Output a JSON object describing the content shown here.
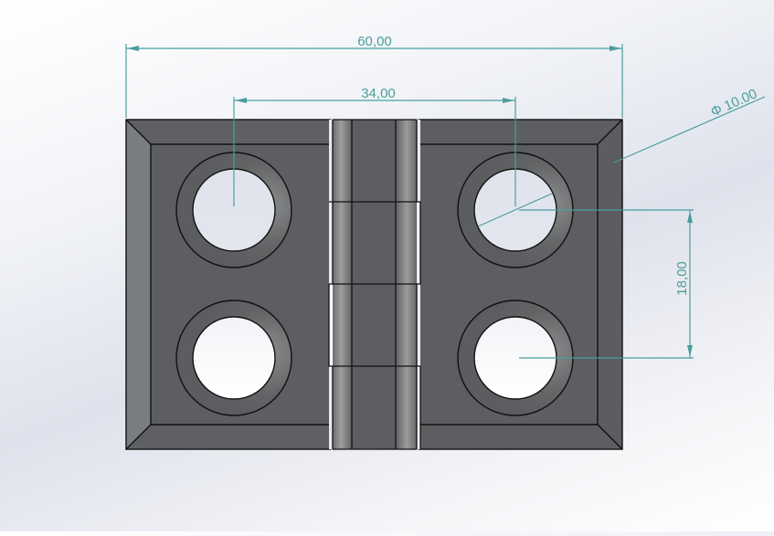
{
  "view": {
    "type": "CAD front view of a butt hinge with dimensions",
    "background": "gradient light gray-blue",
    "colors": {
      "part_face": "#5d5e61",
      "part_bevel_light": "#7b7e80",
      "part_edge": "#111111",
      "hole_fill": "#e2e4ed",
      "dimension": "#4a9e9e",
      "knuckle_highlight": "#9a9c9e"
    }
  },
  "dimensions": {
    "overall_width": {
      "label": "60,00",
      "value": 60.0
    },
    "hole_spacing_horizontal": {
      "label": "34,00",
      "value": 34.0
    },
    "hole_spacing_vertical": {
      "label": "18,00",
      "value": 18.0
    },
    "hole_diameter": {
      "label": "Φ 10.00",
      "symbol": "Φ",
      "value_text": "10.00",
      "value": 10.0
    }
  },
  "part": {
    "name": "hinge",
    "leaves": [
      {
        "id": "left-leaf",
        "holes": 2
      },
      {
        "id": "right-leaf",
        "holes": 2
      }
    ],
    "knuckle_segments": 4
  }
}
